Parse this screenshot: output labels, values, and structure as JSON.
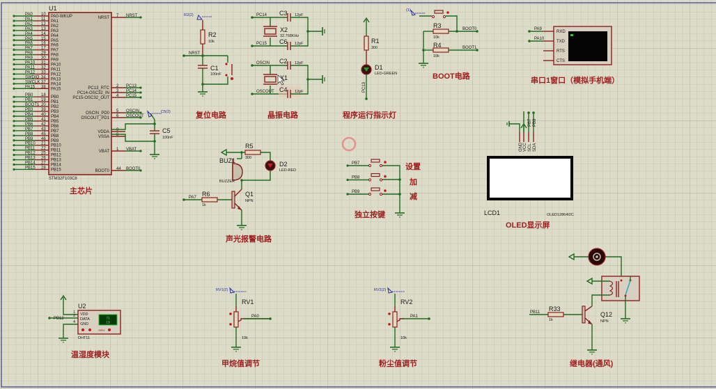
{
  "schematic": {
    "colors": {
      "background": "#dcdcc8",
      "grid": "#c8c8b4",
      "border": "#5a5aa0",
      "wire": "#1f6b1f",
      "pin": "#8b2020",
      "title": "#a02020"
    },
    "mcu": {
      "ref": "U1",
      "part": "STM32F103C8",
      "title": "主芯片",
      "left_pins": [
        {
          "net": "PA0",
          "num": "10",
          "name": "PA0-WKUP"
        },
        {
          "net": "PA1",
          "num": "11",
          "name": "PA1"
        },
        {
          "net": "PA2",
          "num": "12",
          "name": "PA2"
        },
        {
          "net": "PA3",
          "num": "13",
          "name": "PA3"
        },
        {
          "net": "PA4",
          "num": "14",
          "name": "PA4"
        },
        {
          "net": "PA5",
          "num": "15",
          "name": "PA5"
        },
        {
          "net": "PA6",
          "num": "16",
          "name": "PA6"
        },
        {
          "net": "PA7",
          "num": "17",
          "name": "PA7"
        },
        {
          "net": "PA8",
          "num": "29",
          "name": "PA8"
        },
        {
          "net": "PA9",
          "num": "30",
          "name": "PA9"
        },
        {
          "net": "PA10",
          "num": "31",
          "name": "PA10"
        },
        {
          "net": "PA11",
          "num": "32",
          "name": "PA11"
        },
        {
          "net": "PA12",
          "num": "33",
          "name": "PA12"
        },
        {
          "net": "SWDIO",
          "num": "34",
          "name": "PA13"
        },
        {
          "net": "SWCLK",
          "num": "37",
          "name": "PA14"
        },
        {
          "net": "PA15",
          "num": "38",
          "name": "PA15"
        },
        {
          "net": "PB0",
          "num": "18",
          "name": "PB0"
        },
        {
          "net": "PB1",
          "num": "19",
          "name": "PB1"
        },
        {
          "net": "BOOT1",
          "num": "20",
          "name": "PB2"
        },
        {
          "net": "PB3",
          "num": "39",
          "name": "PB3"
        },
        {
          "net": "PB4",
          "num": "40",
          "name": "PB4"
        },
        {
          "net": "PB5",
          "num": "41",
          "name": "PB5"
        },
        {
          "net": "PB6",
          "num": "42",
          "name": "PB6"
        },
        {
          "net": "PB7",
          "num": "43",
          "name": "PB7"
        },
        {
          "net": "PB8",
          "num": "45",
          "name": "PB8"
        },
        {
          "net": "PB9",
          "num": "46",
          "name": "PB9"
        },
        {
          "net": "PB10",
          "num": "21",
          "name": "PB10"
        },
        {
          "net": "PB11",
          "num": "22",
          "name": "PB11"
        },
        {
          "net": "PB12",
          "num": "25",
          "name": "PB12"
        },
        {
          "net": "PB13",
          "num": "26",
          "name": "PB13"
        },
        {
          "net": "PB14",
          "num": "27",
          "name": "PB14"
        },
        {
          "net": "PB15",
          "num": "28",
          "name": "PB15"
        }
      ],
      "right_pins": [
        {
          "net": "NRST",
          "num": "7",
          "name": "NRST"
        },
        {
          "net": "PC13",
          "num": "2",
          "name": "PC13_RTC"
        },
        {
          "net": "PC14",
          "num": "3",
          "name": "PC14-OSC32_IN"
        },
        {
          "net": "PC15",
          "num": "4",
          "name": "PC15-OSC32_OUT"
        },
        {
          "net": "OSCIN",
          "num": "5",
          "name": "OSCIN_PD0"
        },
        {
          "net": "OSCOUT",
          "num": "6",
          "name": "OSCOUT_PD1"
        },
        {
          "net": "",
          "num": "9",
          "name": "VDDA"
        },
        {
          "net": "",
          "num": "8",
          "name": "VSSA"
        },
        {
          "net": "VBAT",
          "num": "1",
          "name": "VBAT"
        },
        {
          "net": "BOOT0",
          "num": "44",
          "name": "BOOT0"
        }
      ],
      "c5": {
        "ref": "C5",
        "value": "100nF",
        "probe": "C5(2)"
      }
    },
    "reset": {
      "title": "复位电路",
      "r_ref": "R2",
      "r_val": "10k",
      "c_ref": "C1",
      "c_val": "100nF",
      "net": "NRST",
      "probe": "R2(2)"
    },
    "crystal": {
      "title": "晶振电路",
      "x2_ref": "X2",
      "x2_val": "32.768KHz",
      "x1_ref": "X1",
      "caps": [
        {
          "ref": "C3",
          "val": "12pF"
        },
        {
          "ref": "C6",
          "val": "12pF"
        },
        {
          "ref": "C2",
          "val": "12pF"
        },
        {
          "ref": "C4",
          "val": "12pF"
        }
      ],
      "nets": [
        "PC14",
        "PC15",
        "OSCIN",
        "OSCOUT"
      ]
    },
    "led_run": {
      "title": "程序运行指示灯",
      "r_ref": "R1",
      "r_val": "300",
      "d_ref": "D1",
      "d_val": "LED-GREEN",
      "net": "PC13"
    },
    "boot": {
      "title": "BOOT电路",
      "r3_ref": "R3",
      "r3_val": "10k",
      "r4_ref": "R4",
      "r4_val": "10k",
      "net0": "BOOT0",
      "net1": "BOOT1",
      "probe": "(1)"
    },
    "uart": {
      "title": "串口1窗口（模拟手机端）",
      "pins": [
        "RXD",
        "TXD",
        "RTS",
        "CTS"
      ],
      "nets": [
        "PA9",
        "PA10"
      ]
    },
    "oled": {
      "title": "OLED显示屏",
      "ref": "LCD1",
      "part": "OLED12864I2C",
      "pins": [
        "GND",
        "VCC",
        "SCL",
        "SDA"
      ],
      "nets": [
        "PB7",
        "PB8"
      ]
    },
    "alarm": {
      "title": "声光报警电路",
      "buz_ref": "BUZ1",
      "buz_val": "BUZZER",
      "r5_ref": "R5",
      "r5_val": "300",
      "d2_ref": "D2",
      "d2_val": "LED-RED",
      "r6_ref": "R6",
      "r6_val": "1k",
      "q_ref": "Q1",
      "q_val": "NPN",
      "net": "PA7"
    },
    "keys": {
      "title": "独立按键",
      "items": [
        {
          "net": "PB7",
          "label": "设置"
        },
        {
          "net": "PB8",
          "label": "加"
        },
        {
          "net": "PB9",
          "label": "减"
        }
      ]
    },
    "dht": {
      "title": "温湿度模块",
      "ref": "U2",
      "part": "DHT11",
      "net": "PB12",
      "pins": [
        {
          "num": "1",
          "name": "VDD"
        },
        {
          "num": "2",
          "name": "DATA"
        },
        {
          "num": "4",
          "name": "GND"
        }
      ],
      "humidity": "71",
      "temperature": "19",
      "unit": "%RH"
    },
    "rv1": {
      "title": "甲烷值调节",
      "ref": "RV1",
      "val": "10k",
      "net": "PA0",
      "probe": "RV1(2)"
    },
    "rv2": {
      "title": "粉尘值调节",
      "ref": "RV2",
      "val": "10k",
      "net": "PA1",
      "probe": "RV2(2)"
    },
    "relay": {
      "title": "继电器(通风)",
      "r_ref": "R33",
      "r_val": "1k",
      "q_ref": "Q12",
      "q_val": "NPN",
      "net": "PB11"
    }
  }
}
